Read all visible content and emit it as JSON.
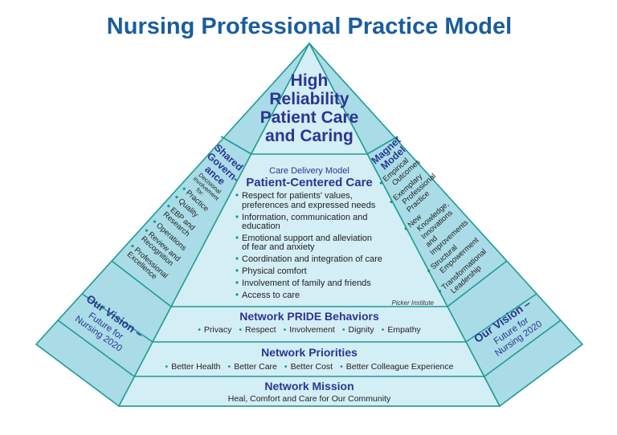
{
  "title": "Nursing Professional Practice Model",
  "colors": {
    "title": "#1b5d9c",
    "heading": "#2b3592",
    "outline": "#1f9a94",
    "dark_fill": "#a9dce6",
    "light_fill": "#d3eef4",
    "bullet": "#14998a"
  },
  "apex": {
    "lines": [
      "High",
      "Reliability",
      "Patient Care",
      "and Caring"
    ]
  },
  "care_delivery": {
    "subtitle": "Care Delivery Model",
    "heading": "Patient-Centered Care",
    "items": [
      [
        "Respect for patients' values,",
        "preferences and expressed needs"
      ],
      [
        "Information, communication and",
        "education"
      ],
      [
        "Emotional support and alleviation",
        "of fear and anxiety"
      ],
      [
        "Coordination and integration of care"
      ],
      [
        "Physical comfort"
      ],
      [
        "Involvement of family and friends"
      ],
      [
        "Access to care"
      ]
    ],
    "source": "Picker Institute"
  },
  "shared_governance": {
    "heading": [
      "Shared",
      "Govern-",
      "ance"
    ],
    "intro": [
      "Decisional",
      "involvement",
      "for:"
    ],
    "items": [
      [
        "Practice"
      ],
      [
        "Quality"
      ],
      [
        "EBP and",
        "Research"
      ],
      [
        "Operations"
      ],
      [
        "Review and",
        "Recognition"
      ],
      [
        "Professional",
        "Excellence"
      ]
    ]
  },
  "magnet_model": {
    "heading": [
      "Magnet",
      "Model"
    ],
    "items": [
      [
        "Empirical",
        "Outcomes"
      ],
      [
        "Exemplary",
        "Professional",
        "Practice"
      ],
      [
        "New",
        "Knowledge,",
        "Innovations",
        "and",
        "Improvements"
      ],
      [
        "Structural",
        "Empowerment"
      ],
      [
        "Transformational",
        "Leadership"
      ]
    ]
  },
  "vision_left": {
    "lines": [
      "Our Vision –",
      "Future for",
      "Nursing 2020"
    ]
  },
  "vision_right": {
    "lines": [
      "Our Vision –",
      "Future for",
      "Nursing 2020"
    ]
  },
  "pride": {
    "heading": "Network PRIDE Behaviors",
    "items": [
      "Privacy",
      "Respect",
      "Involvement",
      "Dignity",
      "Empathy"
    ]
  },
  "priorities": {
    "heading": "Network Priorities",
    "items": [
      "Better Health",
      "Better Care",
      "Better Cost",
      "Better Colleague Experience"
    ]
  },
  "mission": {
    "heading": "Network Mission",
    "text": "Heal, Comfort and Care for Our Community"
  }
}
